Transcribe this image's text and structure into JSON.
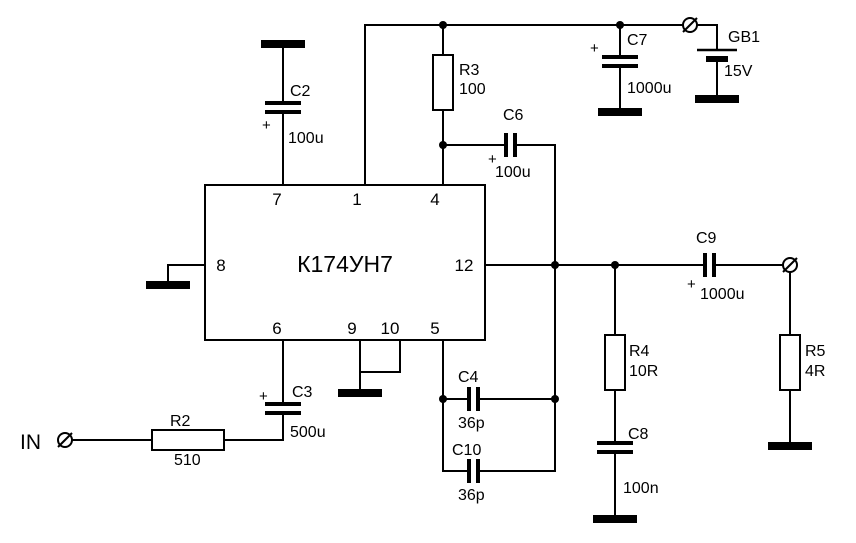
{
  "schematic": {
    "ic": {
      "name": "К174УН7",
      "pin7": "7",
      "pin1": "1",
      "pin4": "4",
      "pin8": "8",
      "pin12": "12",
      "pin6": "6",
      "pin9": "9",
      "pin10": "10",
      "pin5": "5"
    },
    "c2": {
      "ref": "C2",
      "val": "100u",
      "pol": "+"
    },
    "c3": {
      "ref": "C3",
      "val": "500u",
      "pol": "+"
    },
    "c4": {
      "ref": "C4",
      "val": "36p"
    },
    "c6": {
      "ref": "C6",
      "val": "100u",
      "pol": "+"
    },
    "c7": {
      "ref": "C7",
      "val": "1000u",
      "pol": "+"
    },
    "c8": {
      "ref": "C8",
      "val": "100n"
    },
    "c9": {
      "ref": "C9",
      "val": "1000u",
      "pol": "+"
    },
    "c10": {
      "ref": "C10",
      "val": "36p"
    },
    "r2": {
      "ref": "R2",
      "val": "510"
    },
    "r3": {
      "ref": "R3",
      "val": "100"
    },
    "r4": {
      "ref": "R4",
      "val": "10R"
    },
    "r5": {
      "ref": "R5",
      "val": "4R"
    },
    "gb1": {
      "ref": "GB1",
      "val": "15V"
    },
    "input": {
      "label": "IN"
    }
  },
  "colors": {
    "stroke": "#000000",
    "background": "#ffffff"
  }
}
